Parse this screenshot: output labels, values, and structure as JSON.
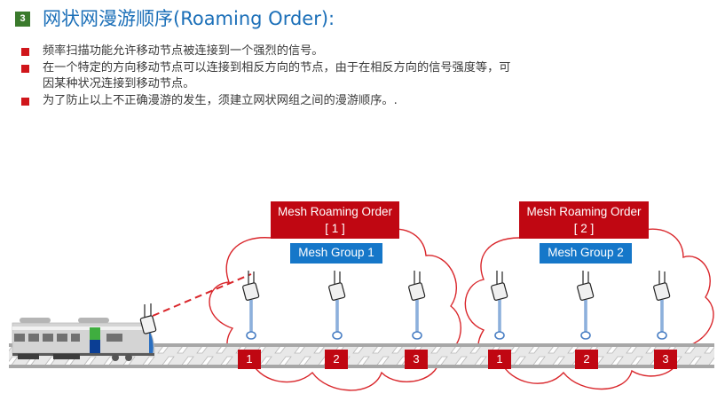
{
  "header": {
    "section_number": "3",
    "title": "网状网漫游顺序(Roaming Order):"
  },
  "bullets": [
    {
      "text": "频率扫描功能允许移动节点被连接到一个强烈的信号。",
      "continuation": ""
    },
    {
      "text": "在一个特定的方向移动节点可以连接到相反方向的节点，由于在相反方向的信号强度等，可",
      "continuation": "因某种状况连接到移动节点。"
    },
    {
      "text": "为了防止以上不正确漫游的发生，须建立网状网组之间的漫游顺序。.",
      "continuation": ""
    }
  ],
  "diagram": {
    "groups": [
      {
        "order_label": "Mesh Roaming Order",
        "order_index": "[ 1 ]",
        "group_label": "Mesh Group 1",
        "nodes": [
          "1",
          "2",
          "3"
        ]
      },
      {
        "order_label": "Mesh Roaming Order",
        "order_index": "[ 2 ]",
        "group_label": "Mesh Group 2",
        "nodes": [
          "1",
          "2",
          "3"
        ]
      }
    ],
    "colors": {
      "order_box": "#c00712",
      "group_box": "#1577c9",
      "cloud_outline": "#d9262b",
      "node_marker": "#c00712",
      "bullet": "#d0161b",
      "title": "#1b6fb8",
      "badge": "#3a7a2c"
    }
  }
}
